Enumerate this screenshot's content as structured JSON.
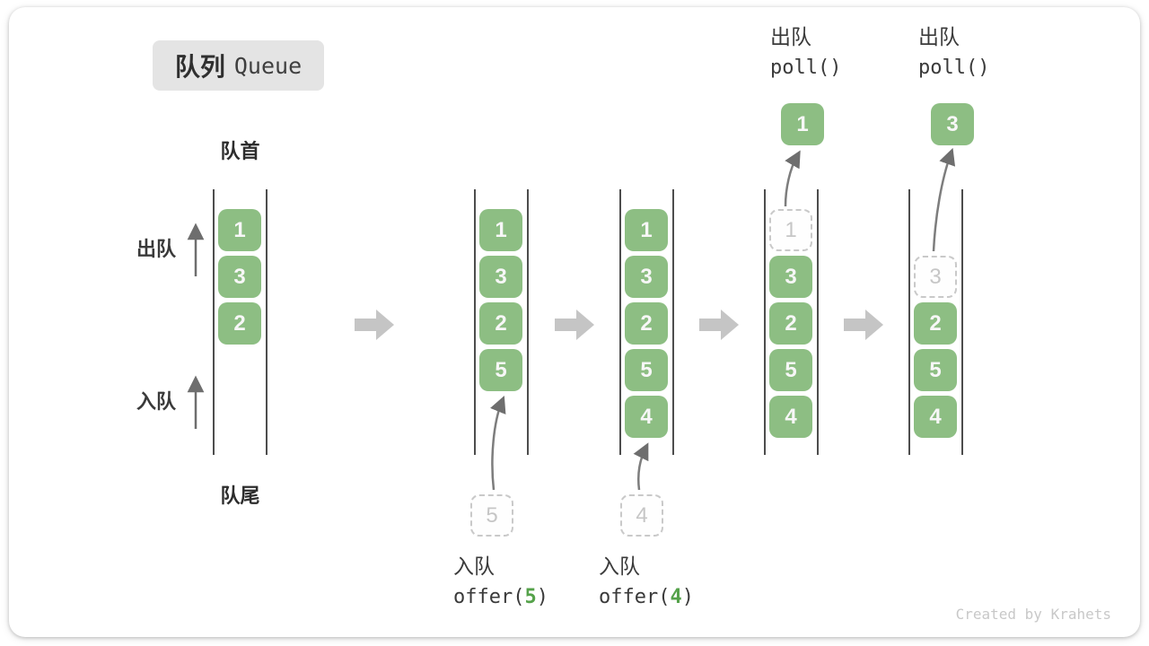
{
  "title": {
    "zh": "队列",
    "en": "Queue"
  },
  "labels": {
    "front": "队首",
    "rear": "队尾",
    "dequeue": "出队",
    "enqueue": "入队"
  },
  "queues": [
    {
      "slots": [
        "1",
        "3",
        "2"
      ]
    },
    {
      "slots": [
        "1",
        "3",
        "2",
        "5"
      ],
      "incoming": "5"
    },
    {
      "slots": [
        "1",
        "3",
        "2",
        "5",
        "4"
      ],
      "incoming": "4"
    },
    {
      "ghost": "1",
      "slots": [
        "3",
        "2",
        "5",
        "4"
      ],
      "polled": "1"
    },
    {
      "ghost": "3",
      "slots": [
        "2",
        "5",
        "4"
      ],
      "polled": "3"
    }
  ],
  "operations": {
    "enqueue5": {
      "label": "入队",
      "code_prefix": "offer(",
      "arg": "5",
      "code_suffix": ")"
    },
    "enqueue4": {
      "label": "入队",
      "code_prefix": "offer(",
      "arg": "4",
      "code_suffix": ")"
    },
    "poll1": {
      "label": "出队",
      "code": "poll()"
    },
    "poll2": {
      "label": "出队",
      "code": "poll()"
    }
  },
  "watermark": "Created by Krahets",
  "colors": {
    "box_green": "#8dbe83",
    "arg_green": "#55a24a",
    "ghost_gray": "#c9c9c9",
    "wall_gray": "#4d4d4d",
    "curve_arrow_gray": "#7d7d7d",
    "block_arrow_gray": "#c5c5c5"
  }
}
